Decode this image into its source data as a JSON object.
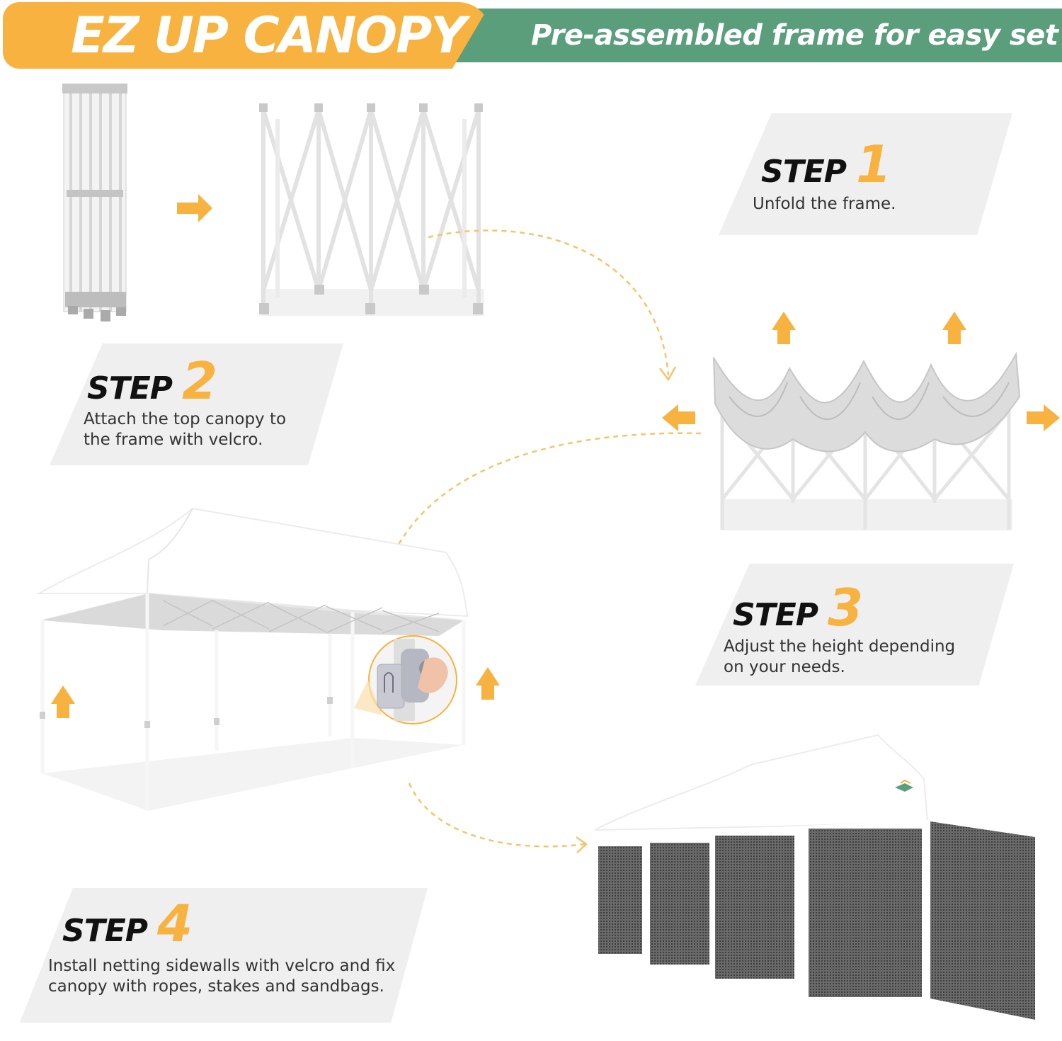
{
  "header": {
    "title": "EZ UP CANOPY",
    "subtitle": "Pre-assembled frame for easy set up"
  },
  "steps": [
    {
      "word": "STEP",
      "number": "1",
      "desc_lines": [
        "Unfold the frame."
      ]
    },
    {
      "word": "STEP",
      "number": "2",
      "desc_lines": [
        "Attach the top canopy to",
        "the frame with velcro."
      ]
    },
    {
      "word": "STEP",
      "number": "3",
      "desc_lines": [
        "Adjust the height depending",
        "on your needs."
      ]
    },
    {
      "word": "STEP",
      "number": "4",
      "desc_lines": [
        "Install netting sidewalls with velcro and fix",
        "canopy with ropes, stakes and sandbags."
      ]
    }
  ],
  "colors": {
    "accent_orange": "#f7b23f",
    "header_green": "#5a9e7c",
    "panel_gray": "#efefef",
    "frame_white": "#f4f4f4",
    "mesh_dark": "#555555"
  },
  "icons": [
    "arrow-right-icon",
    "arrow-up-icon",
    "arrow-left-icon",
    "dashed-curve-arrow"
  ]
}
